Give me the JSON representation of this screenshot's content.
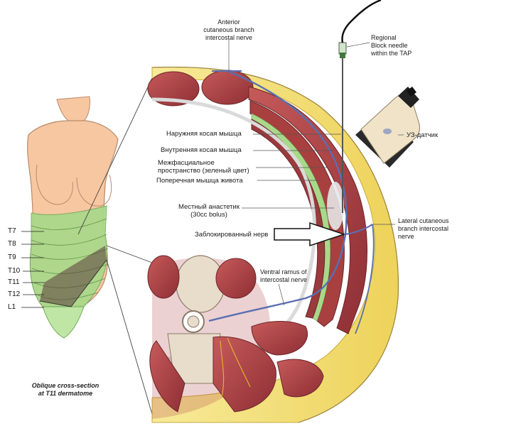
{
  "labels": {
    "anterior_nerve": [
      "Anterior",
      "cutaneous branch",
      "intercostal nerve"
    ],
    "needle": [
      "Regional",
      "Block needle",
      "within the TAP"
    ],
    "probe": "УЗ-датчик",
    "external_oblique": "Наружняя косая мышца",
    "internal_oblique": "Внутренняя косая мышца",
    "interfascial": [
      "Межфасциальное",
      "пространство (зеленый цвет)"
    ],
    "transversus": "Поперечная мышца живота",
    "anesthetic": [
      "Местный анастетик",
      "(30сс bolus)"
    ],
    "blocked_nerve": "Заблокированный нерв",
    "lateral_nerve": [
      "Lateral cutaneous",
      "branch intercostal",
      "nerve"
    ],
    "ventral_ramus": [
      "Ventral ramus of",
      "intercostal nerve"
    ]
  },
  "dermatomes": [
    "T7",
    "T8",
    "T9",
    "T10",
    "T11",
    "T12",
    "L1"
  ],
  "caption": [
    "Oblique cross-section",
    "at T11 dermatome"
  ],
  "colors": {
    "skin": "#f6c7a1",
    "dermatome_green": "#a8d98a",
    "muscle": "#b5474a",
    "fat": "#f3e07a",
    "nerve": "#5a6fb0",
    "bone": "#e8dccb"
  }
}
